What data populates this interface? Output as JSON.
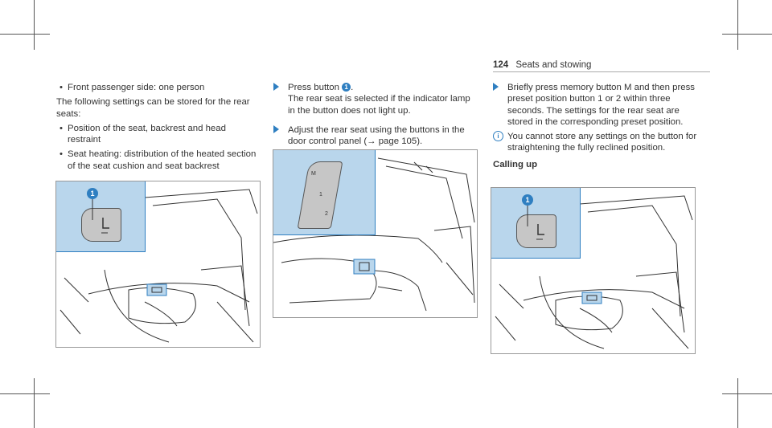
{
  "header": {
    "page_number": "124",
    "section": "Seats and stowing"
  },
  "col1": {
    "bullet_top": "Front passenger side: one person",
    "intro": "The following settings can be stored for the rear seats:",
    "bullets": [
      "Position of the seat, backrest and head restraint",
      "Seat heating: distribution of the heated section of the seat cushion and seat backrest"
    ],
    "callout": "1"
  },
  "col2": {
    "step1_a": "Press button",
    "step1_num": "1",
    "step1_b": "The rear seat is selected if the indicator lamp in the button does not light up.",
    "step2": "Adjust the rear seat using the buttons in the door control panel (→ page 105).",
    "panel_labels": [
      "M",
      "1",
      "2"
    ]
  },
  "col3": {
    "step": "Briefly press memory button M and then press preset position button 1 or 2 within three seconds. The settings for the rear seat are stored in the corresponding preset position.",
    "note": "You cannot store any settings on the button for straightening the fully reclined position.",
    "subheading": "Calling up",
    "callout": "1"
  },
  "colors": {
    "accent": "#2f7fc1",
    "highlight": "#b9d6ec"
  }
}
